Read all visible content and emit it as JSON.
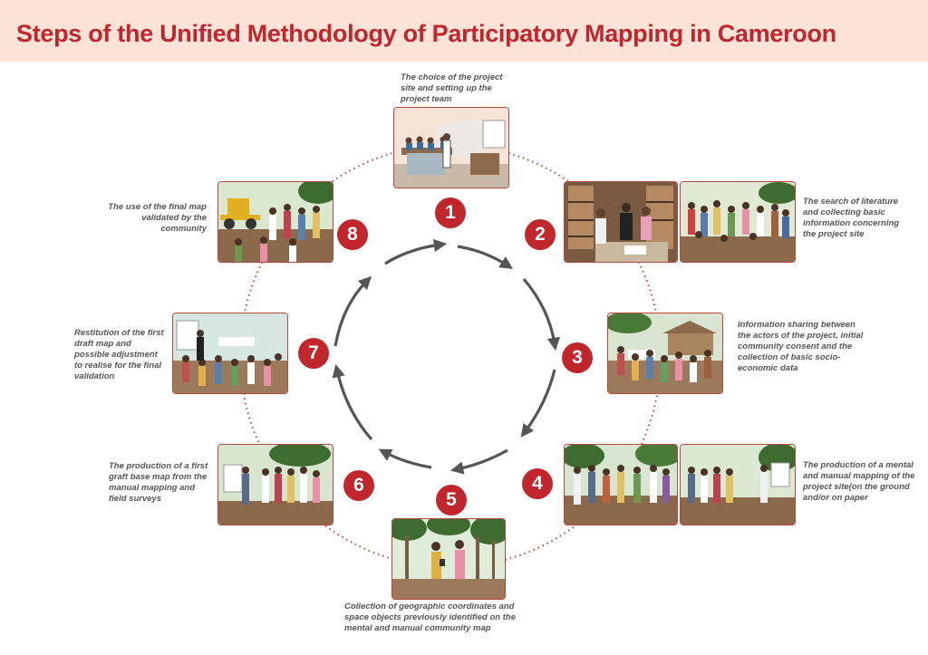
{
  "title": "Steps of the Unified Methodology of Participatory Mapping in Cameroon",
  "colors": {
    "accent": "#c0262b",
    "header_bg": "#fbe3d8",
    "arrow": "#555555",
    "caption": "#555555"
  },
  "steps": [
    {
      "number": "1",
      "caption": "The choice of the project site and setting up the project team"
    },
    {
      "number": "2",
      "caption": "The search of literature and collecting basic information concerning the project site"
    },
    {
      "number": "3",
      "caption": "Information sharing between the actors of the project, initial community consent and the collection of basic socio-economic data"
    },
    {
      "number": "4",
      "caption": "The production of a mental and manual mapping of the project site(on the ground and/or on paper"
    },
    {
      "number": "5",
      "caption": "Collection of geographic coordinates and space objects previously identified on the mental and manual community map"
    },
    {
      "number": "6",
      "caption": "The production of a first graft base map from the manual mapping and field surveys"
    },
    {
      "number": "7",
      "caption": "Restitution of the first draft map and possible adjustment to realise for the final validation"
    },
    {
      "number": "8",
      "caption": "The use of the final map validated by the community"
    }
  ]
}
